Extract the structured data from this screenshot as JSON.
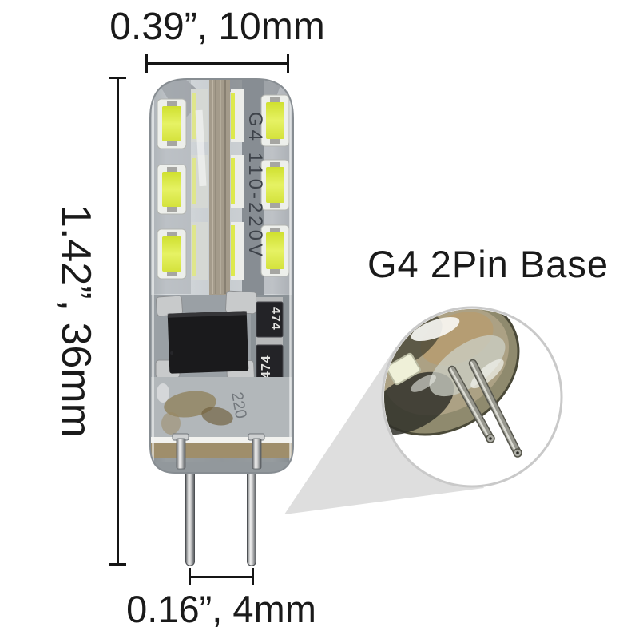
{
  "annotations": {
    "width_label": "0.39”, 10mm",
    "height_label": "1.42”, 36mm",
    "pin_pitch_label": "0.16”, 4mm",
    "base_callout_label": "G4 2Pin Base"
  },
  "bulb_markings": {
    "pcb_print": "G4 110-220V",
    "smd_capacitor_label": "474",
    "lower_print": "220"
  },
  "colors": {
    "background": "#ffffff",
    "text": "#1a1a1a",
    "dimension_lines": "#151515",
    "callout_wedge": "#dedede",
    "inset_ring": "#c9c9c9",
    "led_chip_yellow": "#dce84e",
    "silicone_body_gray": "#c6cbcf",
    "ic_black": "#1a1a1c",
    "pin_silver": "#d6d6d6"
  }
}
